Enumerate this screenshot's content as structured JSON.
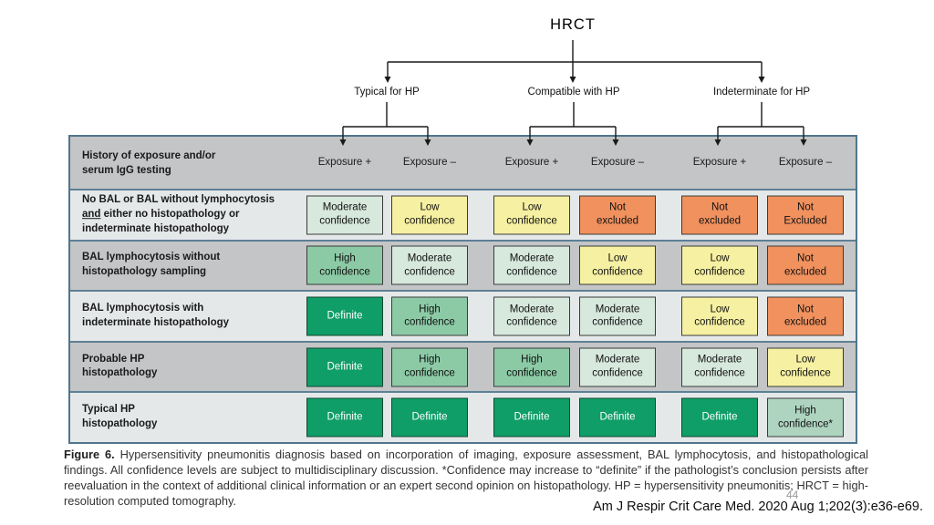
{
  "flowchart": {
    "title": "HRCT",
    "branches": [
      {
        "label": "Typical for HP"
      },
      {
        "label": "Compatible with HP"
      },
      {
        "label": "Indeterminate for HP"
      }
    ]
  },
  "table": {
    "corner_header": "History of exposure and/or\nserum IgG testing",
    "column_headers": [
      "Exposure +",
      "Exposure –",
      "Exposure +",
      "Exposure –",
      "Exposure +",
      "Exposure –"
    ],
    "rows": [
      {
        "label_line1": "No BAL or BAL without lymphocytosis",
        "label_underlined": "and",
        "label_line2_rest": " either no histopathology or",
        "label_line3": "indeterminate histopathology",
        "cells": [
          {
            "text": "Moderate\nconfidence",
            "level": "moderate"
          },
          {
            "text": "Low\nconfidence",
            "level": "low"
          },
          {
            "text": "Low\nconfidence",
            "level": "low"
          },
          {
            "text": "Not\nexcluded",
            "level": "not_excluded"
          },
          {
            "text": "Not\nexcluded",
            "level": "not_excluded"
          },
          {
            "text": "Not\nExcluded",
            "level": "not_excluded"
          }
        ]
      },
      {
        "label": "BAL lymphocytosis without\nhistopathology sampling",
        "cells": [
          {
            "text": "High\nconfidence",
            "level": "high"
          },
          {
            "text": "Moderate\nconfidence",
            "level": "moderate"
          },
          {
            "text": "Moderate\nconfidence",
            "level": "moderate"
          },
          {
            "text": "Low\nconfidence",
            "level": "low"
          },
          {
            "text": "Low\nconfidence",
            "level": "low"
          },
          {
            "text": "Not\nexcluded",
            "level": "not_excluded"
          }
        ]
      },
      {
        "label": "BAL lymphocytosis with\nindeterminate histopathology",
        "cells": [
          {
            "text": "Definite",
            "level": "definite"
          },
          {
            "text": "High\nconfidence",
            "level": "high"
          },
          {
            "text": "Moderate\nconfidence",
            "level": "moderate"
          },
          {
            "text": "Moderate\nconfidence",
            "level": "moderate"
          },
          {
            "text": "Low\nconfidence",
            "level": "low"
          },
          {
            "text": "Not\nexcluded",
            "level": "not_excluded"
          }
        ]
      },
      {
        "label": "Probable HP\nhistopathology",
        "cells": [
          {
            "text": "Definite",
            "level": "definite"
          },
          {
            "text": "High\nconfidence",
            "level": "high"
          },
          {
            "text": "High\nconfidence",
            "level": "high"
          },
          {
            "text": "Moderate\nconfidence",
            "level": "moderate"
          },
          {
            "text": "Moderate\nconfidence",
            "level": "moderate"
          },
          {
            "text": "Low\nconfidence",
            "level": "low"
          }
        ]
      },
      {
        "label": "Typical HP\nhistopathology",
        "cells": [
          {
            "text": "Definite",
            "level": "definite"
          },
          {
            "text": "Definite",
            "level": "definite"
          },
          {
            "text": "Definite",
            "level": "definite"
          },
          {
            "text": "Definite",
            "level": "definite"
          },
          {
            "text": "Definite",
            "level": "definite"
          },
          {
            "text": "High\nconfidence*",
            "level": "high_star"
          }
        ]
      }
    ]
  },
  "caption": {
    "figure_label": "Figure 6.",
    "text": " Hypersensitivity pneumonitis diagnosis based on incorporation of imaging, exposure assessment, BAL lymphocytosis, and histopathological findings. All confidence levels are subject to multidisciplinary discussion. *Confidence may increase to “definite” if the pathologist’s conclusion persists after reevaluation in the context of additional clinical information or an expert second opinion on histopathology. HP = hypersensitivity pneumonitis; HRCT = high-resolution computed tomography."
  },
  "footer": {
    "page_number": "44",
    "citation": "Am J Respir Crit Care Med. 2020 Aug 1;202(3):e36-e69."
  },
  "palette": {
    "definite": "#0f9d68",
    "high": "#8ccaa6",
    "high_star": "#aed4c0",
    "moderate": "#d7e8dd",
    "low": "#f6f0a2",
    "not_excluded": "#f0915e",
    "header_gray": "#c3c5c6",
    "row_light": "#e5e8e9",
    "separator_blue": "#5d8096"
  }
}
